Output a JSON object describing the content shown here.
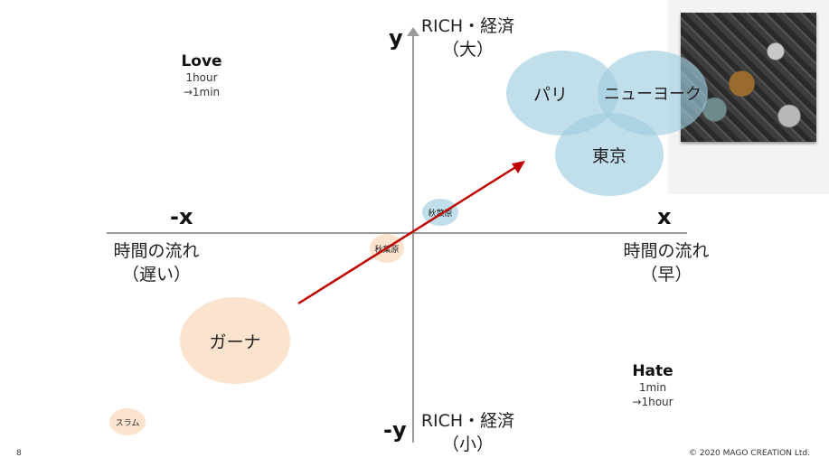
{
  "axes": {
    "y_top_letter": "y",
    "y_bottom_letter": "-y",
    "x_right_letter": "x",
    "x_left_letter": "-x",
    "top_label_line1": "RICH・経済",
    "top_label_line2": "（大）",
    "bottom_label_line1": "RICH・経済",
    "bottom_label_line2": "（小）",
    "left_label_line1": "時間の流れ",
    "left_label_line2": "（遅い）",
    "right_label_line1": "時間の流れ",
    "right_label_line2": "（早）"
  },
  "quadrants": {
    "love": {
      "title": "Love",
      "line1": "1hour",
      "line2": "→1min"
    },
    "hate": {
      "title": "Hate",
      "line1": "1min",
      "line2": "→1hour"
    }
  },
  "bubbles": {
    "paris": "パリ",
    "newyork": "ニューヨーク",
    "tokyo": "東京",
    "akiba_blue": "秋葉原",
    "akiba_orange": "秋葉原",
    "ghana": "ガーナ",
    "slum": "スラム"
  },
  "colors": {
    "blue_bubble": "#a0cde1",
    "orange_bubble": "#fbdec6",
    "arrow": "#c00000"
  },
  "footer": {
    "page_number": "8",
    "copyright": "© 2020 MAGO CREATION Ltd."
  }
}
